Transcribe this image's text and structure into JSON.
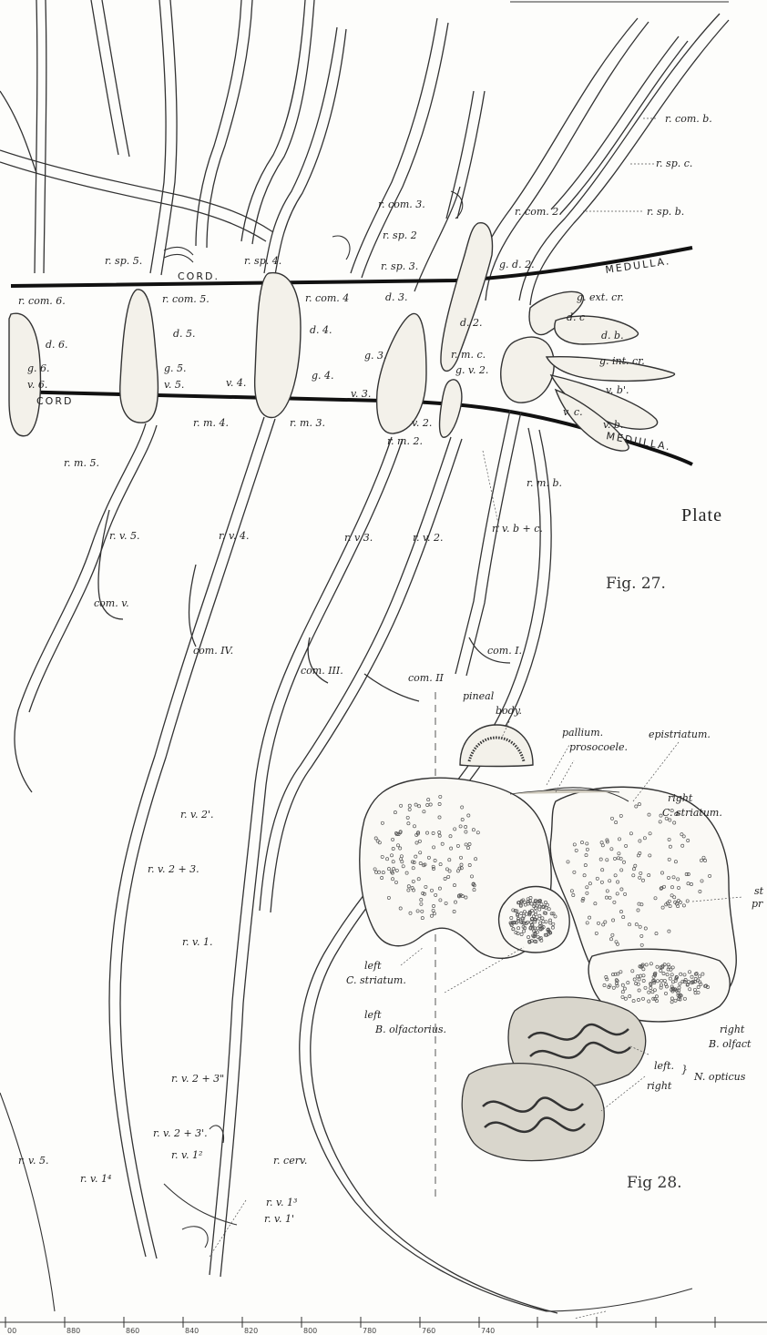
{
  "plate": {
    "title": "Plate",
    "fig27": "Fig. 27.",
    "fig28": "Fig 28."
  },
  "fig27_labels": {
    "r_com_b": "r. com. b.",
    "r_sp_c": "r. sp. c.",
    "r_sp_b": "r. sp. b.",
    "r_com_3": "r. com. 3.",
    "r_com_2": "r. com. 2.",
    "r_sp_2": "r. sp. 2",
    "r_sp_3": "r. sp. 3.",
    "r_sp_4": "r. sp. 4.",
    "r_sp_5": "r. sp. 5.",
    "g_d_2": "g. d. 2.",
    "cord_upper": "CORD.",
    "cord_lower": "CORD",
    "medulla_upper": "MEDULLA.",
    "medulla_lower": "MEDULLA.",
    "r_com_6": "r. com. 6.",
    "r_com_5": "r. com. 5.",
    "r_com_4": "r. com. 4",
    "d_3": "d. 3.",
    "d_4": "d. 4.",
    "d_5": "d. 5.",
    "d_6": "d. 6.",
    "d_2": "d. 2.",
    "d_c": "d. c",
    "d_b": "d. b.",
    "g_ext_cr": "g. ext. cr.",
    "g_int_cr": "g. int. cr.",
    "g_3": "g. 3.",
    "g_4": "g. 4.",
    "g_5": "g. 5.",
    "g_6": "g. 6.",
    "r_m_c": "r. m. c.",
    "g_v_2": "g. v. 2.",
    "v_3": "v. 3.",
    "v_4": "v. 4.",
    "v_5": "v. 5.",
    "v_6": "v. 6.",
    "v_2": "v. 2.",
    "v_c": "v. c.",
    "v_b": "v. b.",
    "v_b_prime": "v. b'.",
    "r_m_4": "r. m. 4.",
    "r_m_3": "r. m. 3.",
    "r_m_2": "r. m. 2.",
    "r_m_5": "r. m. 5.",
    "r_m_b": "r. m. b.",
    "r_v_5": "r. v. 5.",
    "r_v_4": "r. v. 4.",
    "r_v_3": "r. v 3.",
    "r_v_2": "r. v. 2.",
    "r_v_b_c": "r. v. b + c.",
    "com_v": "com. v.",
    "com_iv": "com. IV.",
    "com_iii": "com. III.",
    "com_ii": "com. II",
    "com_i": "com. I.",
    "r_v_2_prime": "r. v. 2'.",
    "r_v_2_3": "r. v. 2 + 3.",
    "r_v_1": "r. v. 1.",
    "r_v_2_3_dprime": "r. v. 2 + 3\"",
    "r_v_2_3_prime": "r. v. 2 + 3'.",
    "r_v_5_low": "r. v. 5.",
    "r_v_1_2": "r. v. 1²",
    "r_v_1_4": "r. v. 1⁴",
    "r_cerv": "r. cerv.",
    "r_v_1_3": "r. v. 1³",
    "r_v_1_1": "r. v. 1'"
  },
  "fig28_labels": {
    "pineal": "pineal",
    "body": "body.",
    "pallium": "pallium.",
    "prosocoele": "prosocoele.",
    "epistriatum": "epistriatum.",
    "right": "right",
    "c_striatum_right": "C. striatum.",
    "st": "st",
    "pr": "pr",
    "left": "left",
    "c_striatum_left": "C. striatum.",
    "left_b_olf": "left",
    "b_olfactorius": "B. olfactorius.",
    "right_b_olf": "right",
    "b_olfact": "B. olfact",
    "n_left": "left.",
    "n_right": "right",
    "n_opticus": "N. opticus"
  },
  "scale": {
    "ticks": [
      "00",
      "880",
      "860",
      "840",
      "820",
      "800",
      "780",
      "760",
      "740"
    ]
  }
}
